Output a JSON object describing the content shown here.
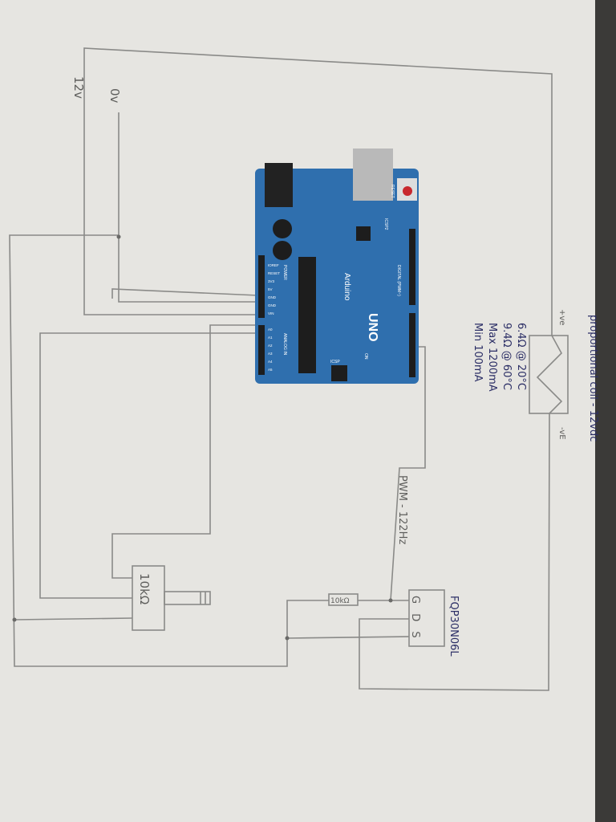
{
  "diagram": {
    "labels": {
      "ground": "0v",
      "supply": "12v",
      "coil_title": "proportional coil - 12vdc",
      "coil_spec_1": "6.4Ω @ 20°C",
      "coil_spec_2": "9.4Ω @ 60°C",
      "coil_spec_3": "Max 1200mA",
      "coil_spec_4": "Min 100mA",
      "coil_pos": "+ve",
      "coil_neg": "-vE",
      "pwm": "PWM - 122Hz",
      "mosfet": "FQP30N06L",
      "mosfet_pins": "G D S",
      "pot": "10kΩ",
      "resistor": "10kΩ"
    },
    "arduino": {
      "model": "UNO",
      "brand": "Arduino",
      "reset": "RESET",
      "icsp": "ICSP",
      "icsp2": "ICSP2",
      "on": "ON",
      "power_header": "POWER",
      "analog_header": "ANALOG IN",
      "digital_header": "DIGITAL (PWM~)",
      "power_pins": [
        "IOREF",
        "RESET",
        "3V3",
        "5V",
        "GND",
        "GND",
        "VIN"
      ],
      "analog_pins": [
        "A0",
        "A1",
        "A2",
        "A3",
        "A4",
        "A5"
      ],
      "board_color": "#2f6fae"
    },
    "colors": {
      "paper": "#e6e5e1",
      "pencil": "#8a8a88",
      "ink": "#2c2f66"
    }
  }
}
